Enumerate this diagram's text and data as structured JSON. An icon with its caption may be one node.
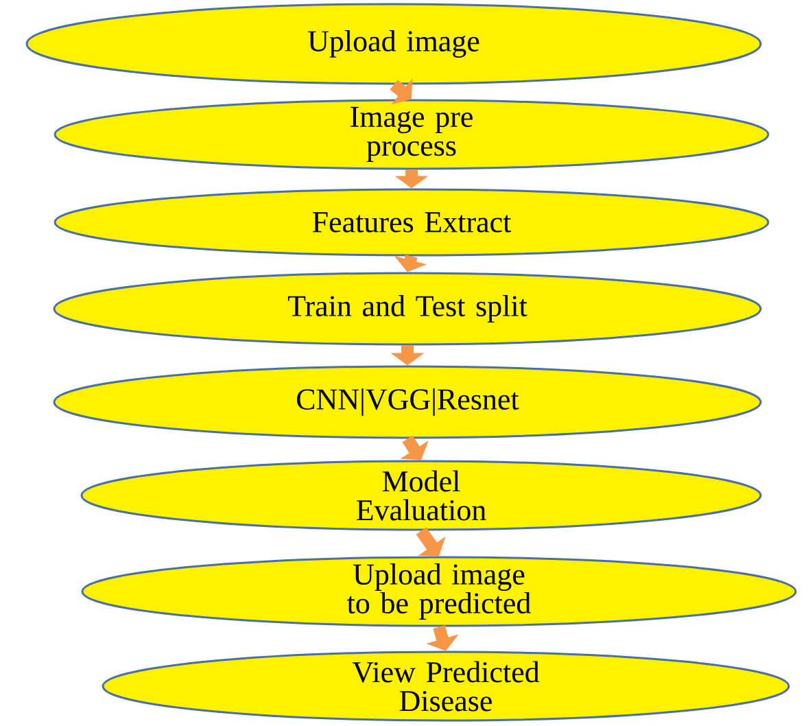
{
  "diagram": {
    "nodes": [
      {
        "text": [
          "Upload image"
        ]
      },
      {
        "text": [
          "Image pre process"
        ]
      },
      {
        "text": [
          "Features Extract"
        ]
      },
      {
        "text": [
          "Train  and Test split"
        ]
      },
      {
        "text": [
          "CNN|VGG|Resnet"
        ]
      },
      {
        "text": [
          "Model Evaluation"
        ]
      },
      {
        "text": [
          "Upload image to be predicted"
        ]
      },
      {
        "text": [
          "View Predicted Disease"
        ]
      }
    ],
    "edges": [
      {
        "from": 0,
        "to": 1,
        "arrow": "to"
      },
      {
        "from": 1,
        "to": 2,
        "arrow": "to"
      },
      {
        "from": 2,
        "to": 3,
        "arrow": "to"
      },
      {
        "from": 3,
        "to": 4,
        "arrow": "to"
      },
      {
        "from": 4,
        "to": 5,
        "arrow": "to"
      },
      {
        "from": 5,
        "to": 6,
        "arrow": "to"
      },
      {
        "from": 6,
        "to": 7,
        "arrow": "to"
      }
    ]
  }
}
